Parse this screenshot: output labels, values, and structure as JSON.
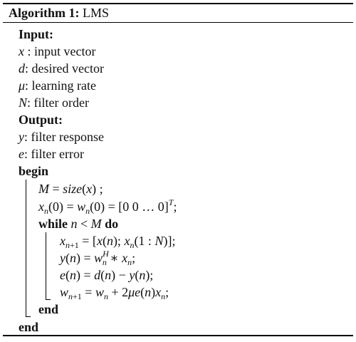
{
  "algorithm": {
    "label": "Algorithm 1:",
    "name": "LMS",
    "input_heading": "Input:",
    "inputs": [
      {
        "var": "x",
        "desc": " : input vector"
      },
      {
        "var": "d",
        "desc": ": desired vector"
      },
      {
        "var": "μ",
        "desc": ": learning rate"
      },
      {
        "var": "N",
        "desc": ": filter order"
      }
    ],
    "output_heading": "Output:",
    "outputs": [
      {
        "var": "y",
        "desc": ": filter response"
      },
      {
        "var": "e",
        "desc": ": filter error"
      }
    ],
    "begin": "begin",
    "end": "end",
    "while_keyword": "while",
    "do_keyword": "do",
    "while_condition": "n < M",
    "statements": {
      "size_assign": "M = size(x) ;",
      "init": "x_n(0) = w_n(0) = [0 0 … 0]^T;",
      "x_update": "x_{n+1} = [x(n); x_n(1 : N)];",
      "y_calc": "y(n) = w_n^H ∗ x_n;",
      "e_calc": "e(n) = d(n) − y(n);",
      "w_update": "w_{n+1} = w_n + 2μe(n)x_n;"
    }
  }
}
